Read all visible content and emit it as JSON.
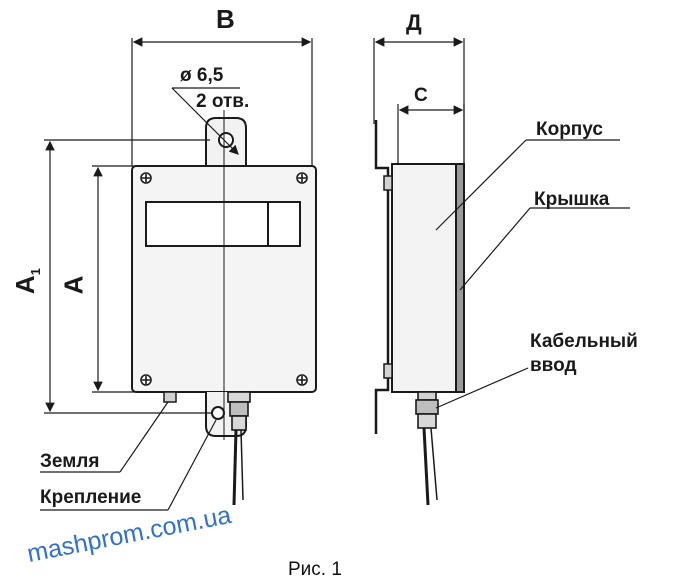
{
  "dimensions": {
    "width_B": "В",
    "depth_D": "Д",
    "depth_C": "С",
    "height_A": "А",
    "height_A1_letter": "А",
    "height_A1_sub": "1",
    "hole_diameter": "ø 6,5",
    "hole_count": "2 отв."
  },
  "callouts": {
    "housing": "Корпус",
    "cover": "Крышка",
    "cable_entry_line1": "Кабельный",
    "cable_entry_line2": "ввод",
    "ground": "Земля",
    "mounting": "Крепление"
  },
  "caption": "Рис. 1",
  "watermark": "mashprom.com.ua",
  "colors": {
    "line": "#1a1a1a",
    "fill_light": "#eeeeee",
    "fill_mid": "#d2d2d2",
    "fill_dark": "#9a9a9a",
    "watermark": "#2f6fd6"
  }
}
